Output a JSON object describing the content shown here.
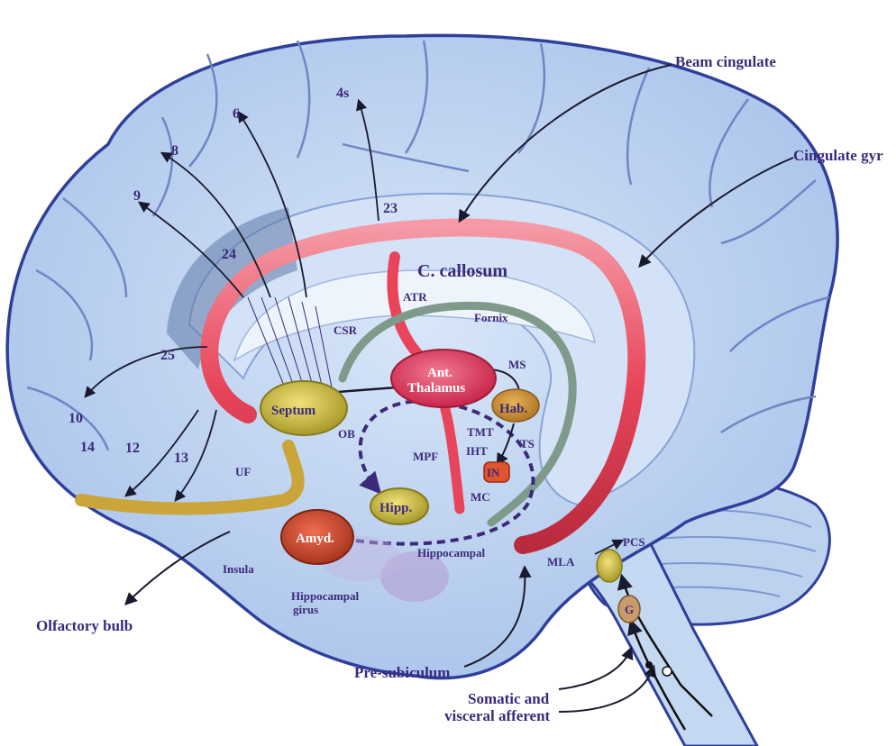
{
  "colors": {
    "brain_fill": "#b9d0ee",
    "brain_outline": "#2f3f9a",
    "corpus_callosum": "#e8455a",
    "septum": "#c6b53a",
    "label_text": "#3b2a7a",
    "ventricle": "#dfeaf7"
  },
  "labels": {
    "beam_cingulate": "Beam cingulate",
    "cingulate_gyr": "Cingulate gyr",
    "olfactory_bulb": "Olfactory bulb",
    "pre_subiculum": "Pre-subiculum",
    "somatic_line1": "Somatic and",
    "somatic_line2": "visceral afferent",
    "c_callosum": "C. callosum",
    "atr": "ATR",
    "fornix": "Fornix",
    "csr": "CSR",
    "ant_thalamus_line1": "Ant.",
    "ant_thalamus_line2": "Thalamus",
    "ms": "MS",
    "hab": "Hab.",
    "septum": "Septum",
    "ob": "OB",
    "mpf": "MPF",
    "tmt": "TMT",
    "iht": "IHT",
    "ts": "TS",
    "in": "IN",
    "mc": "MC",
    "uf": "UF",
    "hipp": "Hipp.",
    "amyd": "Amyd.",
    "hippocampal": "Hippocampal",
    "hippocampal_girus_line1": "Hippocampal",
    "hippocampal_girus_line2": "girus",
    "insula": "Insula",
    "mla": "MLA",
    "pcs": "PCS",
    "g": "G"
  },
  "areas": {
    "a4s": "4s",
    "a6": "6",
    "a8": "8",
    "a9": "9",
    "a23": "23",
    "a24": "24",
    "a25": "25",
    "a10": "10",
    "a14": "14",
    "a12": "12",
    "a13": "13"
  }
}
